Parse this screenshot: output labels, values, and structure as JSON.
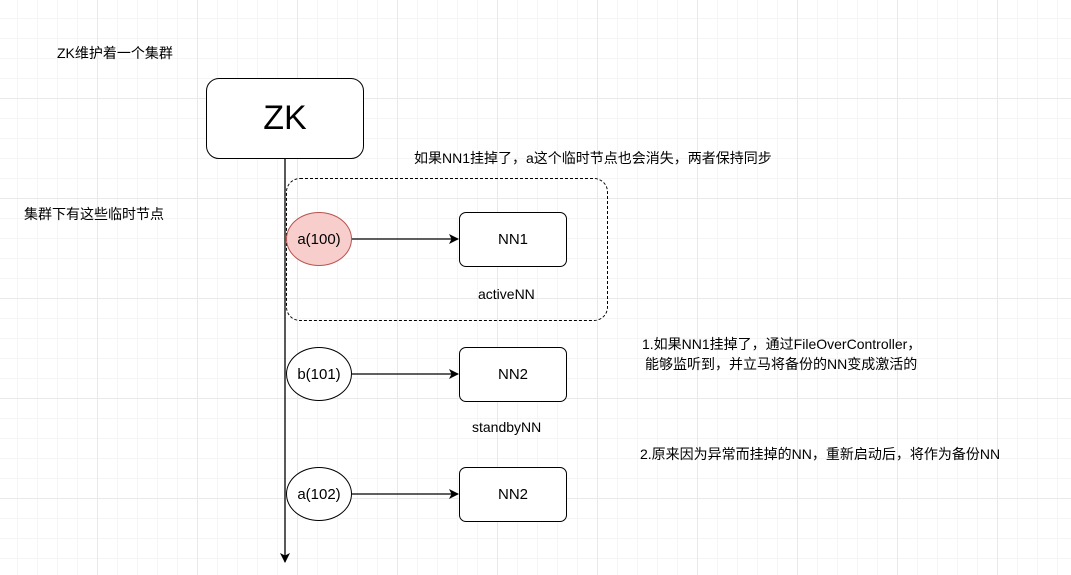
{
  "zk_label": "ZK",
  "note_zk": "ZK维护着一个集群",
  "note_nodes": "集群下有这些临时节点",
  "note_sync": "如果NN1挂掉了，a这个临时节点也会消失，两者保持同步",
  "note_failover_line1": "1.如果NN1挂掉了，通过FileOverController，",
  "note_failover_line2": "能够监听到，并立马将备份的NN变成激活的",
  "note_restart": "2.原来因为异常而挂掉的NN，重新启动后，将作为备份NN",
  "rows": [
    {
      "node": "a(100)",
      "nn": "NN1",
      "role": "activeNN",
      "highlight": true
    },
    {
      "node": "b(101)",
      "nn": "NN2",
      "role": "standbyNN",
      "highlight": false
    },
    {
      "node": "a(102)",
      "nn": "NN2",
      "role": "",
      "highlight": false
    }
  ],
  "colors": {
    "highlight_fill": "#f8cecc",
    "highlight_stroke": "#b85450",
    "grid": "#e9e9e9"
  }
}
